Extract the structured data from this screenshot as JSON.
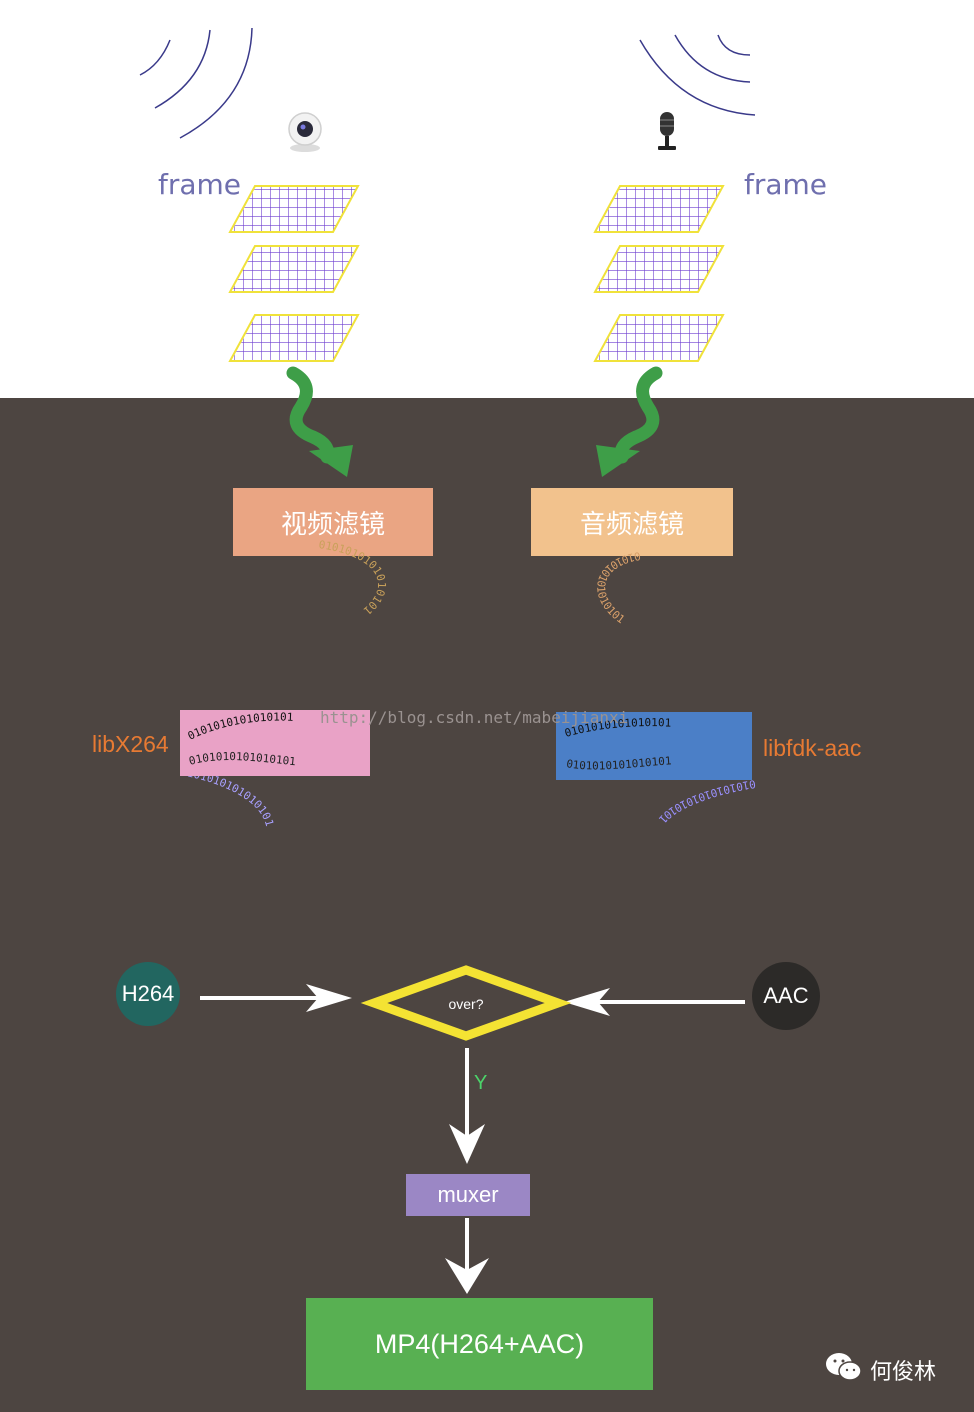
{
  "video": {
    "frame_label": "frame",
    "filter_label": "视频滤镜",
    "encoder_label": "libX264",
    "encoded_label": "H264"
  },
  "audio": {
    "frame_label": "frame",
    "filter_label": "音频滤镜",
    "encoder_label": "libfdk-aac",
    "encoded_label": "AAC"
  },
  "decision": {
    "label": "over?",
    "yes_label": "Y"
  },
  "muxer": {
    "label": "muxer"
  },
  "output": {
    "label": "MP4(H264+AAC)"
  },
  "watermark": "http://blog.csdn.net/mabeijianxi",
  "author": {
    "name": "何俊林"
  },
  "bitstream_text": "0101010101010101",
  "colors": {
    "background_dark": "#4d4541",
    "frame_grid": "#6f3fd0",
    "frame_border": "#f0e23a",
    "arrow_green": "#3e9e48",
    "video_filter": "#eaa583",
    "audio_filter": "#f2c28d",
    "libx264_box": "#e9a2c6",
    "libfdk_box": "#4b7fc7",
    "h264_circle": "#226660",
    "aac_circle": "#2c2a28",
    "decision_diamond": "#f4e333",
    "muxer": "#9b87c5",
    "output": "#58b052"
  },
  "icons": [
    "webcam-icon",
    "microphone-icon",
    "wechat-icon"
  ]
}
